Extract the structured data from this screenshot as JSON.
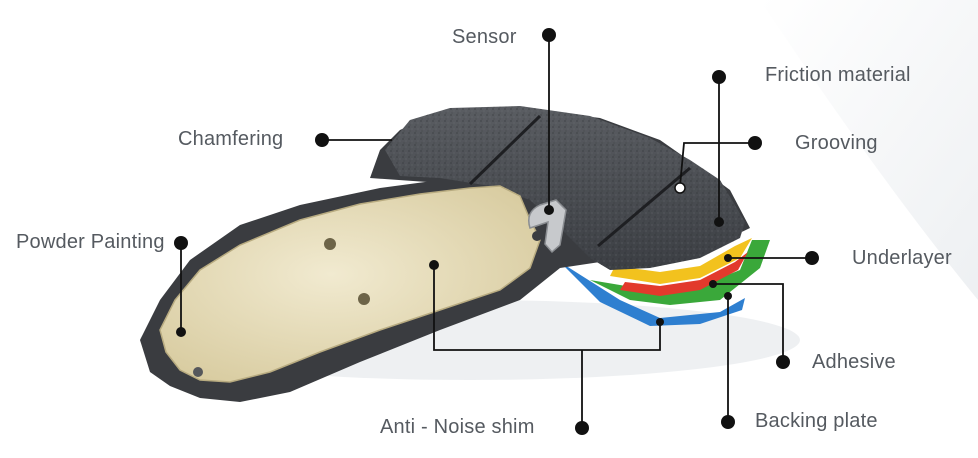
{
  "labels": {
    "sensor": "Sensor",
    "friction_material": "Friction material",
    "chamfering": "Chamfering",
    "grooving": "Grooving",
    "powder_painting": "Powder Painting",
    "underlayer": "Underlayer",
    "adhesive": "Adhesive",
    "anti_noise_shim": "Anti - Noise shim",
    "backing_plate": "Backing plate"
  },
  "colors": {
    "friction": "#4a4d52",
    "shim": "#e6dcb6",
    "backing": "#3a3c40",
    "underlayer_yellow": "#f2c21e",
    "adhesive_red": "#e23a2c",
    "green_layer": "#3aa83a",
    "blue_layer": "#2e7fd0",
    "leader": "#111111"
  }
}
